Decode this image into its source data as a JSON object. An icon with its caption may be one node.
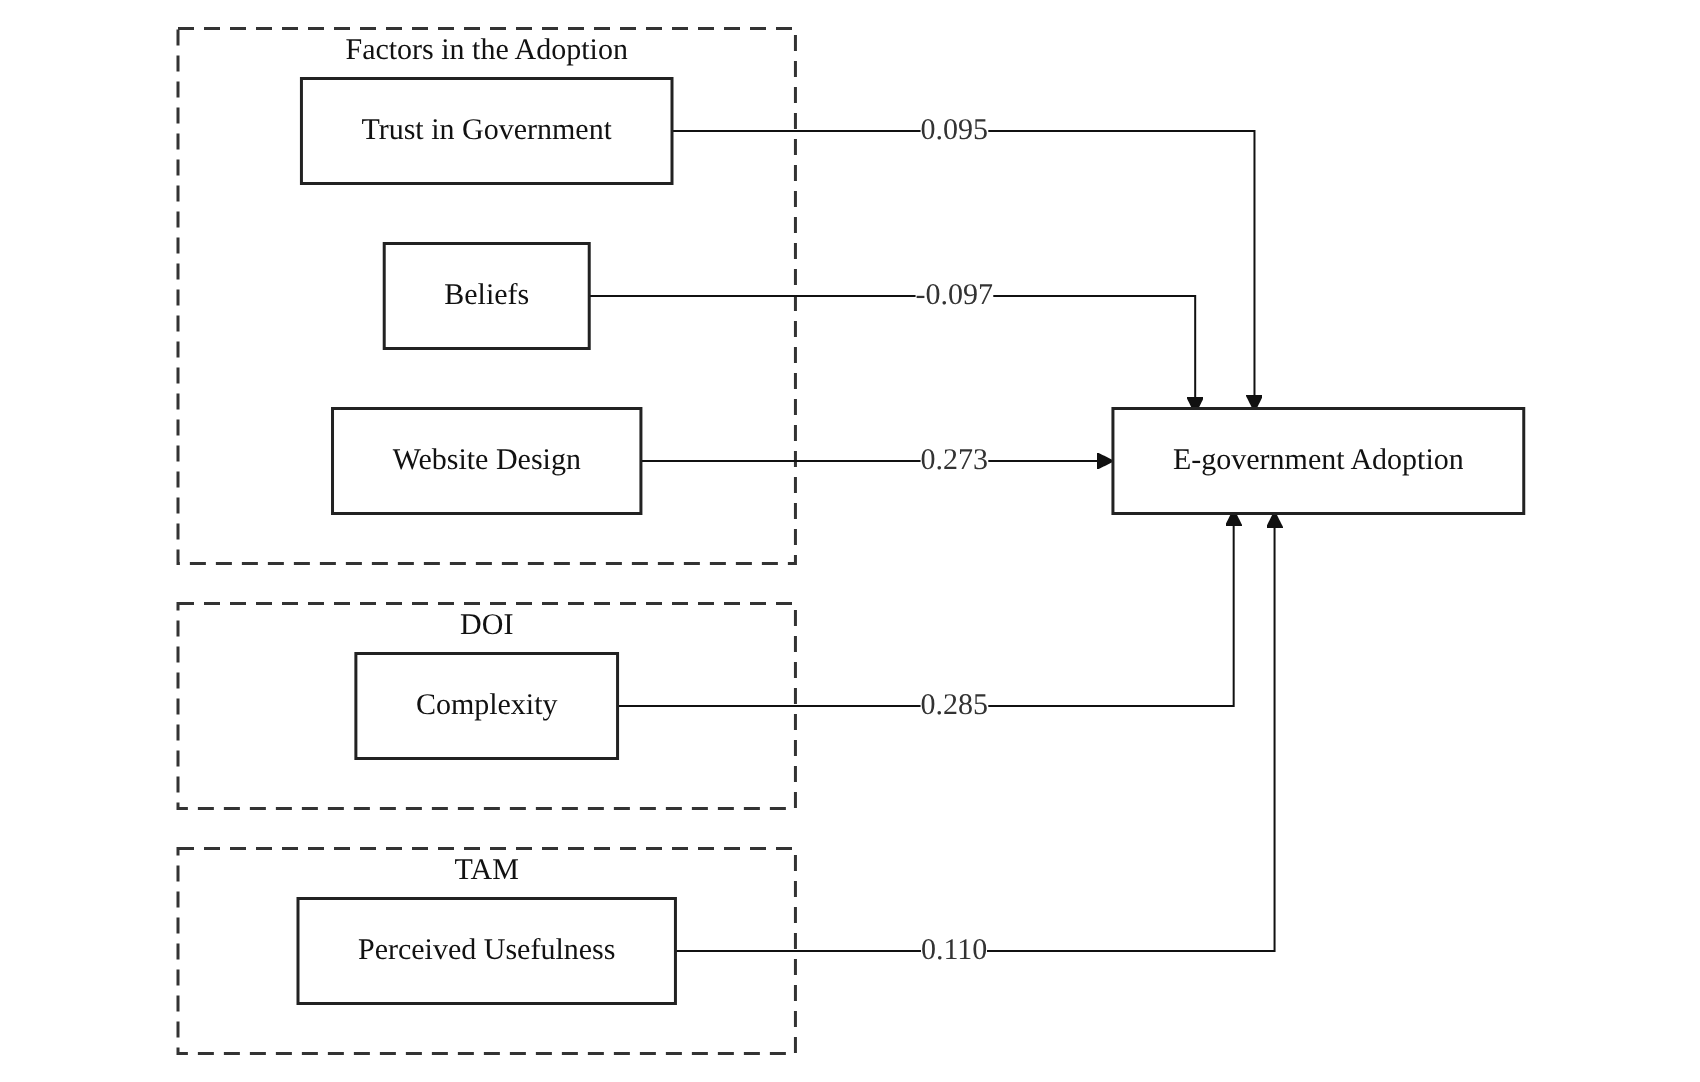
{
  "diagram": {
    "nodes": [
      {
        "text": [
          "Factors in the Adoption"
        ]
      },
      {
        "text": [
          "Trust in Government"
        ],
        "in": 0
      },
      {
        "text": [
          "Beliefs"
        ],
        "in": 0
      },
      {
        "text": [
          "Website Design"
        ],
        "in": 0
      },
      {
        "text": [
          "DOI"
        ]
      },
      {
        "text": [
          "Complexity"
        ],
        "in": 4
      },
      {
        "text": [
          "TAM"
        ]
      },
      {
        "text": [
          "Perceived Usefulness"
        ],
        "in": 6
      },
      {
        "text": [
          "E-government Adoption"
        ]
      }
    ],
    "edges": [
      {
        "from": 1,
        "to": 8,
        "arrow": "to",
        "label": "0.095"
      },
      {
        "from": 2,
        "to": 8,
        "arrow": "to",
        "label": "-0.097"
      },
      {
        "from": 3,
        "to": 8,
        "arrow": "to",
        "label": "0.273"
      },
      {
        "from": 5,
        "to": 8,
        "arrow": "to",
        "label": "0.285"
      },
      {
        "from": 7,
        "to": 8,
        "arrow": "to",
        "label": "0.110"
      }
    ]
  }
}
